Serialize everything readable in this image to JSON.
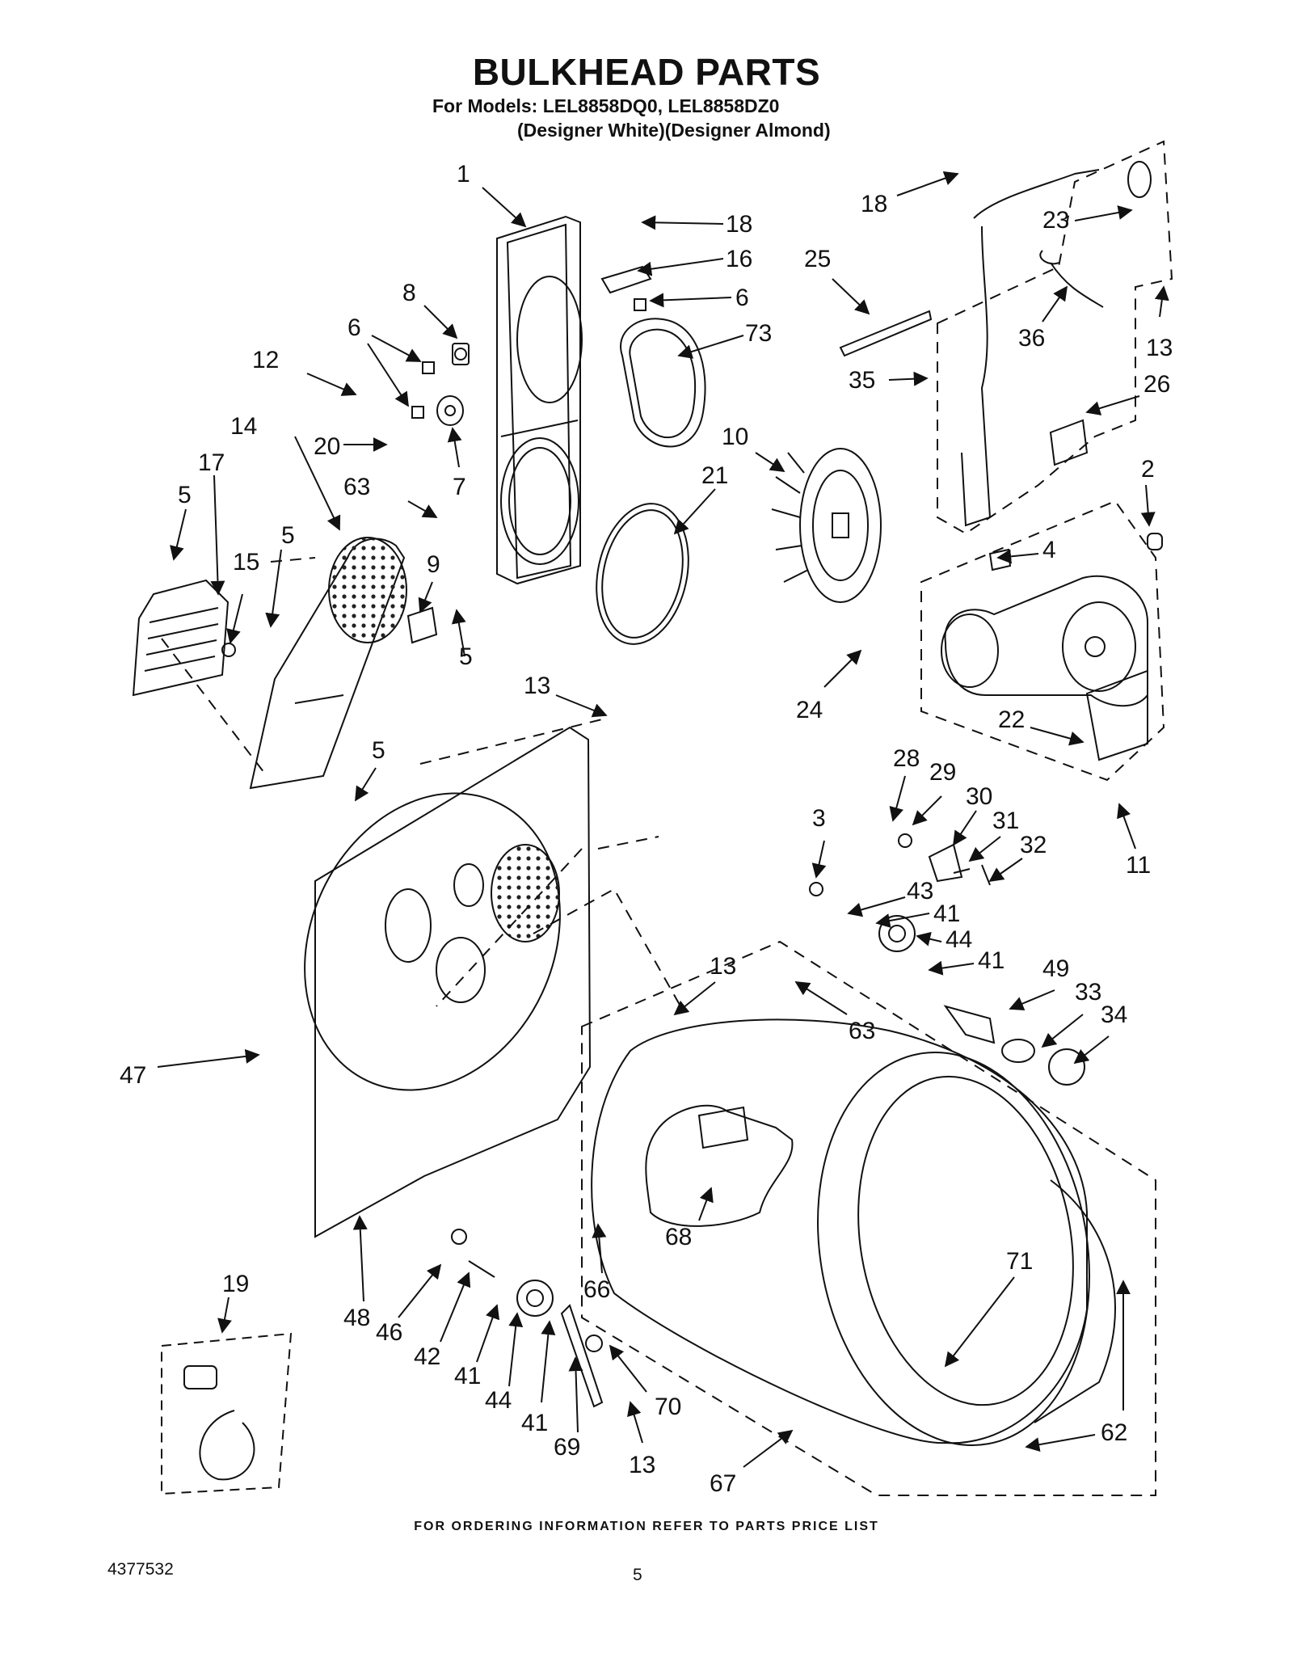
{
  "header": {
    "title": "BULKHEAD PARTS",
    "models": "For Models: LEL8858DQ0, LEL8858DZ0",
    "variants": "(Designer White)(Designer Almond)"
  },
  "footer": {
    "note": "FOR ORDERING INFORMATION REFER TO PARTS PRICE LIST",
    "doc_number": "4377532",
    "page_number": "5"
  },
  "callouts": [
    "1",
    "18",
    "16",
    "6",
    "8",
    "73",
    "6",
    "12",
    "20",
    "7",
    "14",
    "17",
    "10",
    "21",
    "5",
    "63",
    "15",
    "9",
    "5",
    "5",
    "5",
    "18",
    "23",
    "25",
    "36",
    "13",
    "35",
    "26",
    "2",
    "4",
    "24",
    "22",
    "11",
    "13",
    "28",
    "29",
    "30",
    "31",
    "32",
    "3",
    "43",
    "41",
    "44",
    "41",
    "49",
    "33",
    "34",
    "13",
    "63",
    "47",
    "68",
    "71",
    "66",
    "48",
    "46",
    "42",
    "41",
    "44",
    "41",
    "70",
    "69",
    "19",
    "13",
    "67",
    "62"
  ]
}
